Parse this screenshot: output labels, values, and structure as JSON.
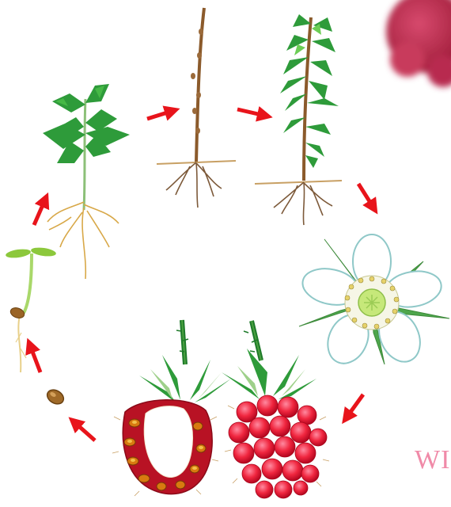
{
  "diagram": {
    "stages": [
      {
        "id": "seed",
        "icon": "seed-icon"
      },
      {
        "id": "seedling",
        "icon": "seedling-icon"
      },
      {
        "id": "young-plant",
        "icon": "young-plant-icon"
      },
      {
        "id": "dormant-cane",
        "icon": "dormant-cane-icon"
      },
      {
        "id": "leafy-cane",
        "icon": "leafy-cane-icon"
      },
      {
        "id": "flower",
        "icon": "flower-icon"
      },
      {
        "id": "ripe-fruit",
        "icon": "raspberry-icon"
      },
      {
        "id": "fruit-cross-section",
        "icon": "raspberry-cross-section-icon"
      }
    ],
    "arrow_color": "#e8141b",
    "watermark": "WI"
  }
}
